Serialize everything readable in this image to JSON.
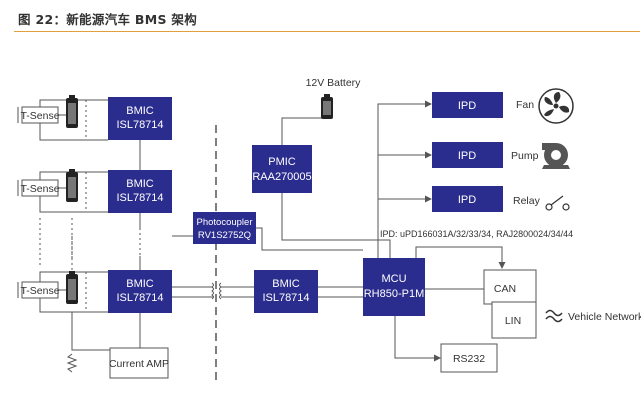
{
  "title": "图 22：新能源汽车 BMS 架构",
  "colors": {
    "block": "#2b2d8e",
    "line": "#555555",
    "accent_rule": "#e0a040"
  },
  "bmic_top": {
    "line1": "BMIC",
    "line2": "ISL78714"
  },
  "bmic_mid": {
    "line1": "BMIC",
    "line2": "ISL78714"
  },
  "bmic_bot": {
    "line1": "BMIC",
    "line2": "ISL78714"
  },
  "bmic_right": {
    "line1": "BMIC",
    "line2": "ISL78714"
  },
  "t_sense": [
    "T-Sense",
    "T-Sense",
    "T-Sense"
  ],
  "pmic": {
    "line1": "PMIC",
    "line2": "RAA270005"
  },
  "battery_label": "12V Battery",
  "photocoupler": {
    "line1": "Photocoupler",
    "line2": "RV1S2752Q"
  },
  "mcu": {
    "line1": "MCU",
    "line2": "RH850-P1M"
  },
  "ipd": [
    {
      "label": "IPD",
      "load": "Fan"
    },
    {
      "label": "IPD",
      "load": "Pump"
    },
    {
      "label": "IPD",
      "load": "Relay"
    }
  ],
  "ipd_note": "IPD: uPD166031A/32/33/34, RAJ2800024/34/44",
  "can": "CAN",
  "lin": "LIN",
  "vehicle_network": "Vehicle Network",
  "rs232": "RS232",
  "current_amp": "Current AMP"
}
